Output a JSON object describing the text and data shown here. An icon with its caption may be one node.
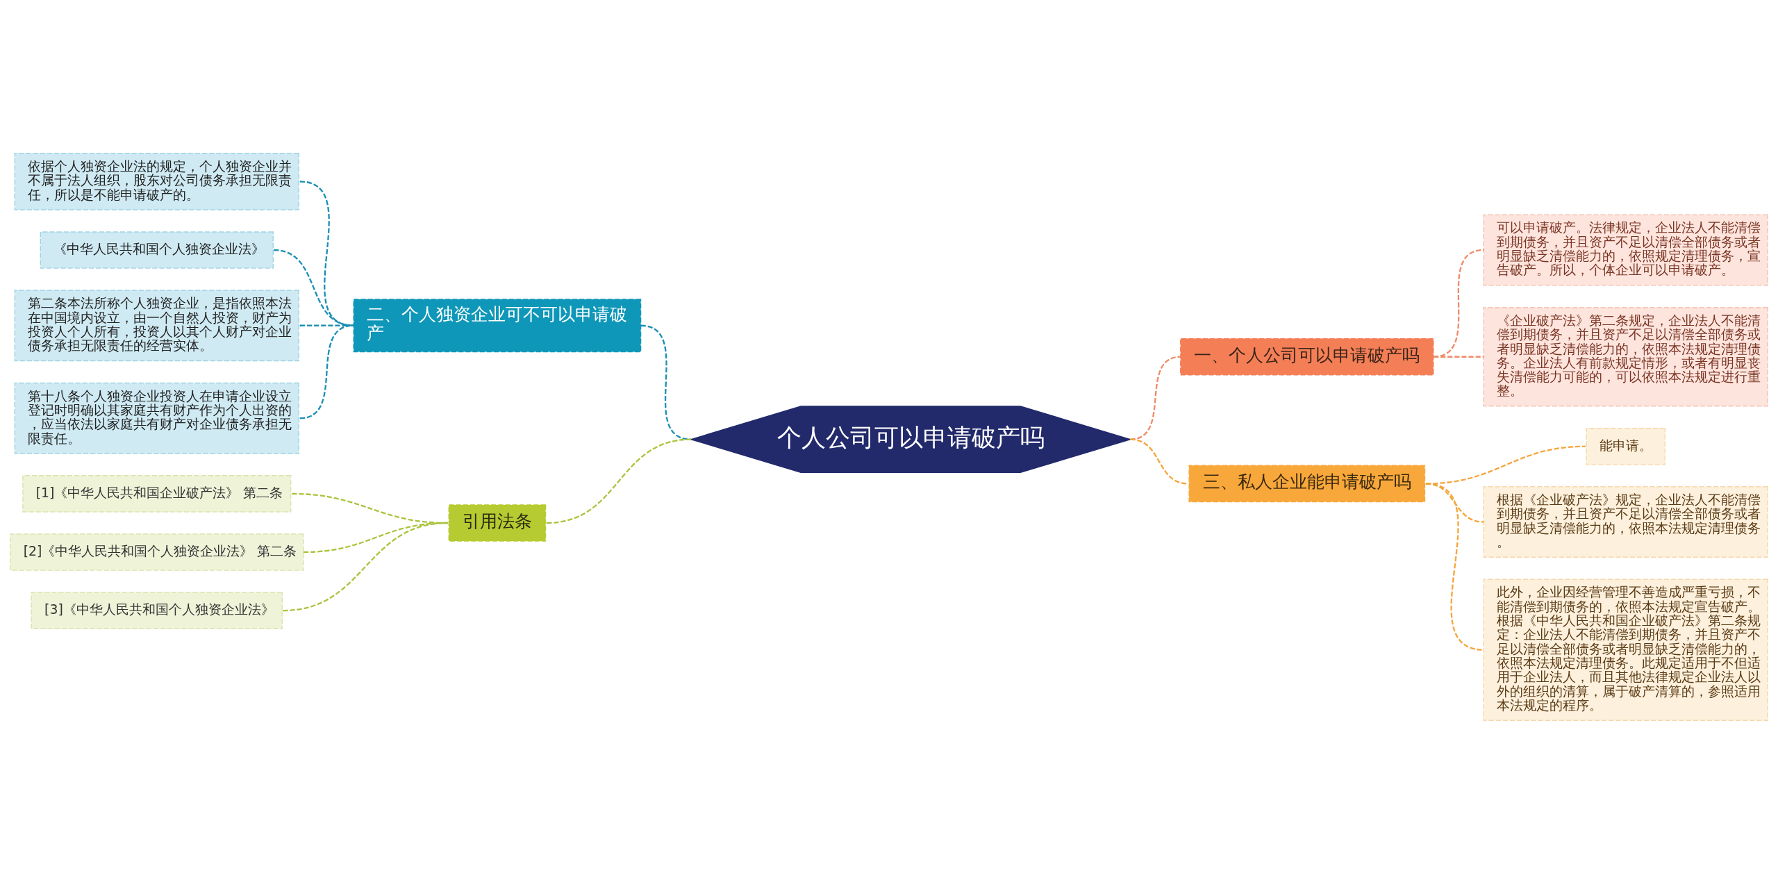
{
  "diagram": {
    "nodes": [
      {
        "text": [
          "个人公司可以申请破产吗"
        ]
      },
      {
        "text": [
          "一、个人公司可以申请破产吗"
        ]
      },
      {
        "text": [
          "可以申请破产。法律规定，企业法人不能清偿到期债务，并且资产不足以清偿全部债务或者明显缺乏清偿能力的，依照规定清理债务，宣告破产。所以，个体企业可以申请破产。"
        ]
      },
      {
        "text": [
          "《企业破产法》第二条规定，企业法人不能清偿到期债务，并且资产不足以清偿全部债务或者明显缺乏清偿能力的，依照本法规定清理债务。企业法人有前款规定情形，或者有明显丧失清偿能力可能的，可以依照本法规定进行重整。"
        ]
      },
      {
        "text": [
          "二、个人独资企业可不可以申请破产"
        ]
      },
      {
        "text": [
          "依据个人独资企业法的规定，个人独资企业并不属于法人组织，股东对公司债务承担无限责任，所以是不能申请破产的。"
        ]
      },
      {
        "text": [
          "《中华人民共和国个人独资企业法》"
        ]
      },
      {
        "text": [
          "第二条本法所称个人独资企业，是指依照本法在中国境内设立，由一个自然人投资，财产为投资人个人所有，投资人以其个人财产对企业债务承担无限责任的经营实体。"
        ]
      },
      {
        "text": [
          "第十八条个人独资企业投资人在申请企业设立登记时明确以其家庭共有财产作为个人出资的，应当依法以家庭共有财产对企业债务承担无限责任。"
        ]
      },
      {
        "text": [
          "三、私人企业能申请破产吗"
        ]
      },
      {
        "text": [
          "能申请。"
        ]
      },
      {
        "text": [
          "根据《企业破产法》规定，企业法人不能清偿到期债务，并且资产不足以清偿全部债务或者明显缺乏清偿能力的，依照本法规定清理债务。"
        ]
      },
      {
        "text": [
          "此外，企业因经营管理不善造成严重亏损，不能清偿到期债务的，依照本法规定宣告破产。根据《中华人民共和国企业破产法》第二条规定：企业法人不能清偿到期债务，并且资产不足以清偿全部债务或者明显缺乏清偿能力的，依照本法规定清理债务。此规定适用于不但适用于企业法人，而且其他法律规定企业法人以外的组织的清算，属于破产清算的，参照适用本法规定的程序。"
        ]
      },
      {
        "text": [
          "引用法条"
        ]
      },
      {
        "text": [
          "[1]《中华人民共和国企业破产法》 第二条"
        ]
      },
      {
        "text": [
          "[2]《中华人民共和国个人独资企业法》 第二条"
        ]
      },
      {
        "text": [
          "[3]《中华人民共和国个人独资企业法》"
        ]
      }
    ],
    "edges": [
      {
        "from": 0,
        "to": 1,
        "arrow": "none",
        "style": "dashed",
        "color": "#ef8a68"
      },
      {
        "from": 1,
        "to": 2,
        "arrow": "none",
        "style": "dashed",
        "color": "#ef8a68"
      },
      {
        "from": 1,
        "to": 3,
        "arrow": "none",
        "style": "dashed",
        "color": "#ef8a68"
      },
      {
        "from": 4,
        "to": 0,
        "arrow": "none",
        "style": "dashed",
        "color": "#1b8fb3"
      },
      {
        "from": 5,
        "to": 4,
        "arrow": "none",
        "style": "dashed",
        "color": "#1b8fb3"
      },
      {
        "from": 6,
        "to": 4,
        "arrow": "none",
        "style": "dashed",
        "color": "#1b8fb3"
      },
      {
        "from": 7,
        "to": 4,
        "arrow": "none",
        "style": "dashed",
        "color": "#1b8fb3"
      },
      {
        "from": 8,
        "to": 4,
        "arrow": "none",
        "style": "dashed",
        "color": "#1b8fb3"
      },
      {
        "from": 0,
        "to": 9,
        "arrow": "none",
        "style": "dashed",
        "color": "#f5a53b"
      },
      {
        "from": 9,
        "to": 10,
        "arrow": "none",
        "style": "dashed",
        "color": "#f5a53b"
      },
      {
        "from": 9,
        "to": 11,
        "arrow": "none",
        "style": "dashed",
        "color": "#f5a53b"
      },
      {
        "from": 9,
        "to": 12,
        "arrow": "none",
        "style": "dashed",
        "color": "#f5a53b"
      },
      {
        "from": 13,
        "to": 0,
        "arrow": "none",
        "style": "dashed",
        "color": "#a9c43c"
      },
      {
        "from": 14,
        "to": 13,
        "arrow": "none",
        "style": "dashed",
        "color": "#a9c43c"
      },
      {
        "from": 15,
        "to": 13,
        "arrow": "none",
        "style": "dashed",
        "color": "#a9c43c"
      },
      {
        "from": 16,
        "to": 13,
        "arrow": "none",
        "style": "dashed",
        "color": "#a9c43c"
      }
    ]
  }
}
